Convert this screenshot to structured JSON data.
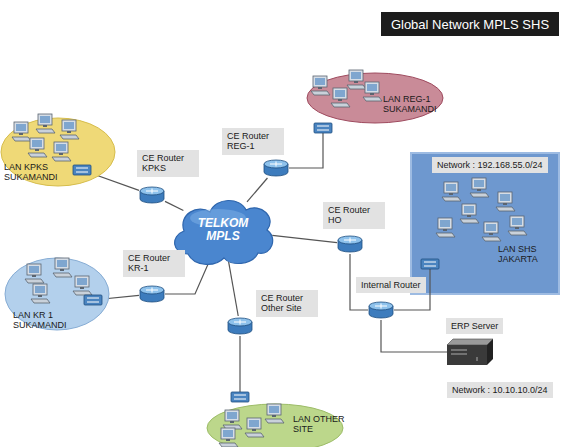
{
  "diagram": {
    "title": "Global Network MPLS SHS",
    "nodes": [
      {
        "text": [
          "LAN REG-1 SUKAMANDI"
        ]
      },
      {
        "text": [
          "CE Router REG-1"
        ]
      },
      {
        "text": [
          "LAN KPKS SUKAMANDI"
        ]
      },
      {
        "text": [
          "CE Router KPKS"
        ]
      },
      {
        "text": [
          "Network : 192.168.55.0/24",
          "LAN SHS JAKARTA"
        ]
      },
      {
        "text": [
          "CE Router HO"
        ]
      },
      {
        "text": [
          "TELKOM MPLS"
        ]
      },
      {
        "text": [
          "CE Router KR-1"
        ]
      },
      {
        "text": [
          "LAN KR 1 SUKAMANDI"
        ]
      },
      {
        "text": [
          "Internal Router"
        ]
      },
      {
        "text": [
          "CE Router Other Site"
        ]
      },
      {
        "text": [
          "ERP Server"
        ]
      },
      {
        "text": [
          "LAN OTHER SITE"
        ]
      }
    ],
    "edges": [
      {
        "from": 2,
        "to": 3,
        "arrow": "none"
      },
      {
        "from": 3,
        "to": 6,
        "arrow": "none"
      },
      {
        "from": 0,
        "to": 1,
        "arrow": "none"
      },
      {
        "from": 1,
        "to": 6,
        "arrow": "none"
      },
      {
        "from": 8,
        "to": 7,
        "arrow": "none"
      },
      {
        "from": 7,
        "to": 6,
        "arrow": "none"
      },
      {
        "from": 6,
        "to": 10,
        "arrow": "none"
      },
      {
        "from": 10,
        "to": 12,
        "arrow": "none"
      },
      {
        "from": 6,
        "to": 5,
        "arrow": "none"
      },
      {
        "from": 5,
        "to": 9,
        "arrow": "none"
      },
      {
        "from": 9,
        "to": 4,
        "arrow": "none"
      },
      {
        "from": 9,
        "to": 11,
        "arrow": "none"
      }
    ],
    "labels": [
      "Network : 10.10.10.0/24"
    ]
  }
}
